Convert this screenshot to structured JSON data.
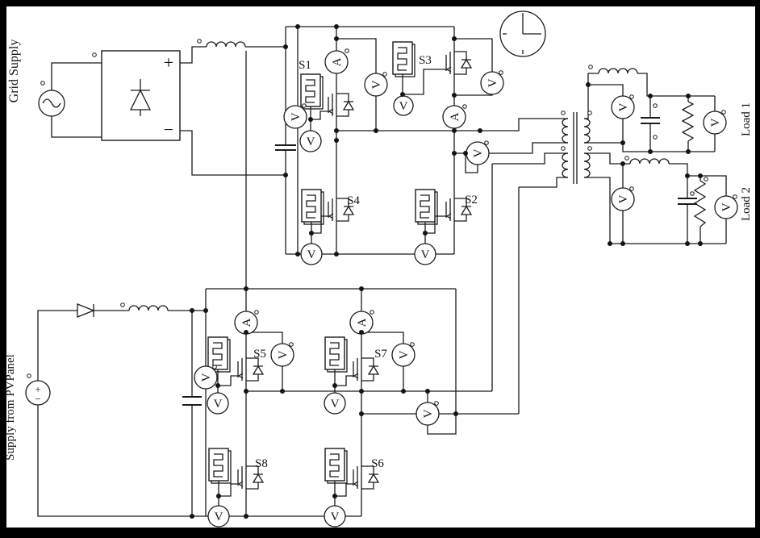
{
  "diagram": {
    "kind": "power-electronics simulation schematic",
    "labels": {
      "grid_supply": "Grid Supply",
      "pv_supply": "Supply from PVPanel",
      "load1": "Load 1",
      "load2": "Load 2"
    },
    "switches": {
      "s1": "S1",
      "s2": "S2",
      "s3": "S3",
      "s4": "S4",
      "s5": "S5",
      "s6": "S6",
      "s7": "S7",
      "s8": "S8"
    },
    "meters": {
      "ammeter_glyph": "A",
      "voltmeter_glyph": "V"
    },
    "rectifier": {
      "plus": "+",
      "minus": "−"
    },
    "pv_source": {
      "plus": "+",
      "minus": "−"
    },
    "colors": {
      "background": "#000000",
      "canvas": "#ffffff",
      "line": "#1a1a1a"
    }
  }
}
